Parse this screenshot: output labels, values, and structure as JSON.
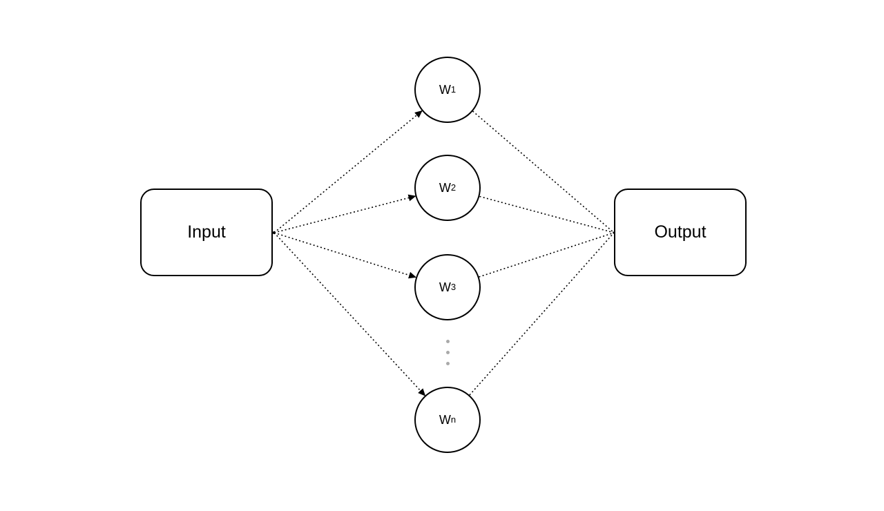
{
  "diagram": {
    "input_box": {
      "label": "Input"
    },
    "output_box": {
      "label": "Output"
    },
    "weight_nodes": [
      {
        "base": "W",
        "sub": "1"
      },
      {
        "base": "W",
        "sub": "2"
      },
      {
        "base": "W",
        "sub": "3"
      },
      {
        "base": "W",
        "sub": "n"
      }
    ],
    "ellipsis_dot_count": 3,
    "colors": {
      "line": "#000000",
      "shape_stroke": "#000000",
      "text": "#000000",
      "background": "#ffffff",
      "ellipsis_dot": "#a9a9a9"
    }
  }
}
